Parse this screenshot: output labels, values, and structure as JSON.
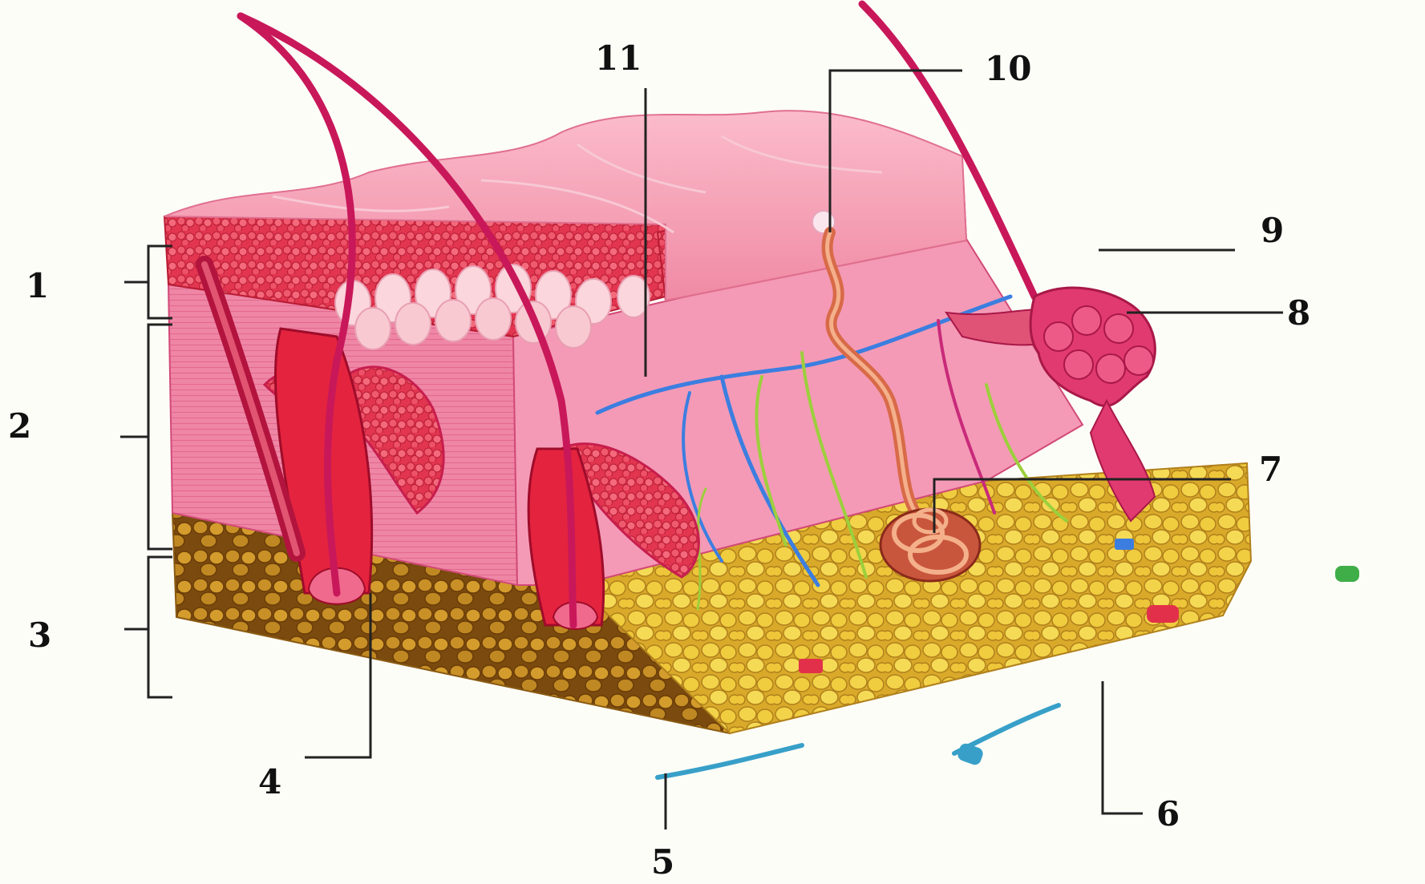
{
  "diagram": {
    "subject": "skin cross-section",
    "labels": [
      {
        "id": "1",
        "text": "1"
      },
      {
        "id": "2",
        "text": "2"
      },
      {
        "id": "3",
        "text": "3"
      },
      {
        "id": "4",
        "text": "4"
      },
      {
        "id": "5",
        "text": "5"
      },
      {
        "id": "6",
        "text": "6"
      },
      {
        "id": "7",
        "text": "7"
      },
      {
        "id": "8",
        "text": "8"
      },
      {
        "id": "9",
        "text": "9"
      },
      {
        "id": "10",
        "text": "10"
      },
      {
        "id": "11",
        "text": "11"
      }
    ],
    "colors": {
      "epidermis_top": "#f6a2b8",
      "epidermis_cells": "#e8334e",
      "dermis": "#f07aa0",
      "fat": "#e8c53a",
      "fat_dark": "#a8781a",
      "hair": "#c8185a",
      "vein": "#3c7ee0",
      "nerve": "#9ccf3c",
      "line": "#222222"
    }
  }
}
